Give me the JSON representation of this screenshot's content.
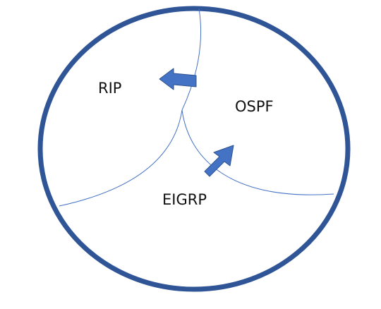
{
  "diagram": {
    "regions": [
      {
        "id": "rip",
        "label": "RIP"
      },
      {
        "id": "ospf",
        "label": "OSPF"
      },
      {
        "id": "eigrp",
        "label": "EIGRP"
      }
    ],
    "colors": {
      "outer_ring": "#2F5597",
      "divider_lines": "#4472C4",
      "arrow_fill": "#4472C4",
      "arrow_stroke": "#2F528F",
      "label_text": "#111111",
      "background": "#FFFFFF"
    },
    "arrows": [
      {
        "name": "arrow-to-rip",
        "direction": "left",
        "from": "ospf",
        "to": "rip"
      },
      {
        "name": "arrow-to-ospf",
        "direction": "up-right",
        "from": "eigrp",
        "to": "ospf"
      }
    ]
  }
}
